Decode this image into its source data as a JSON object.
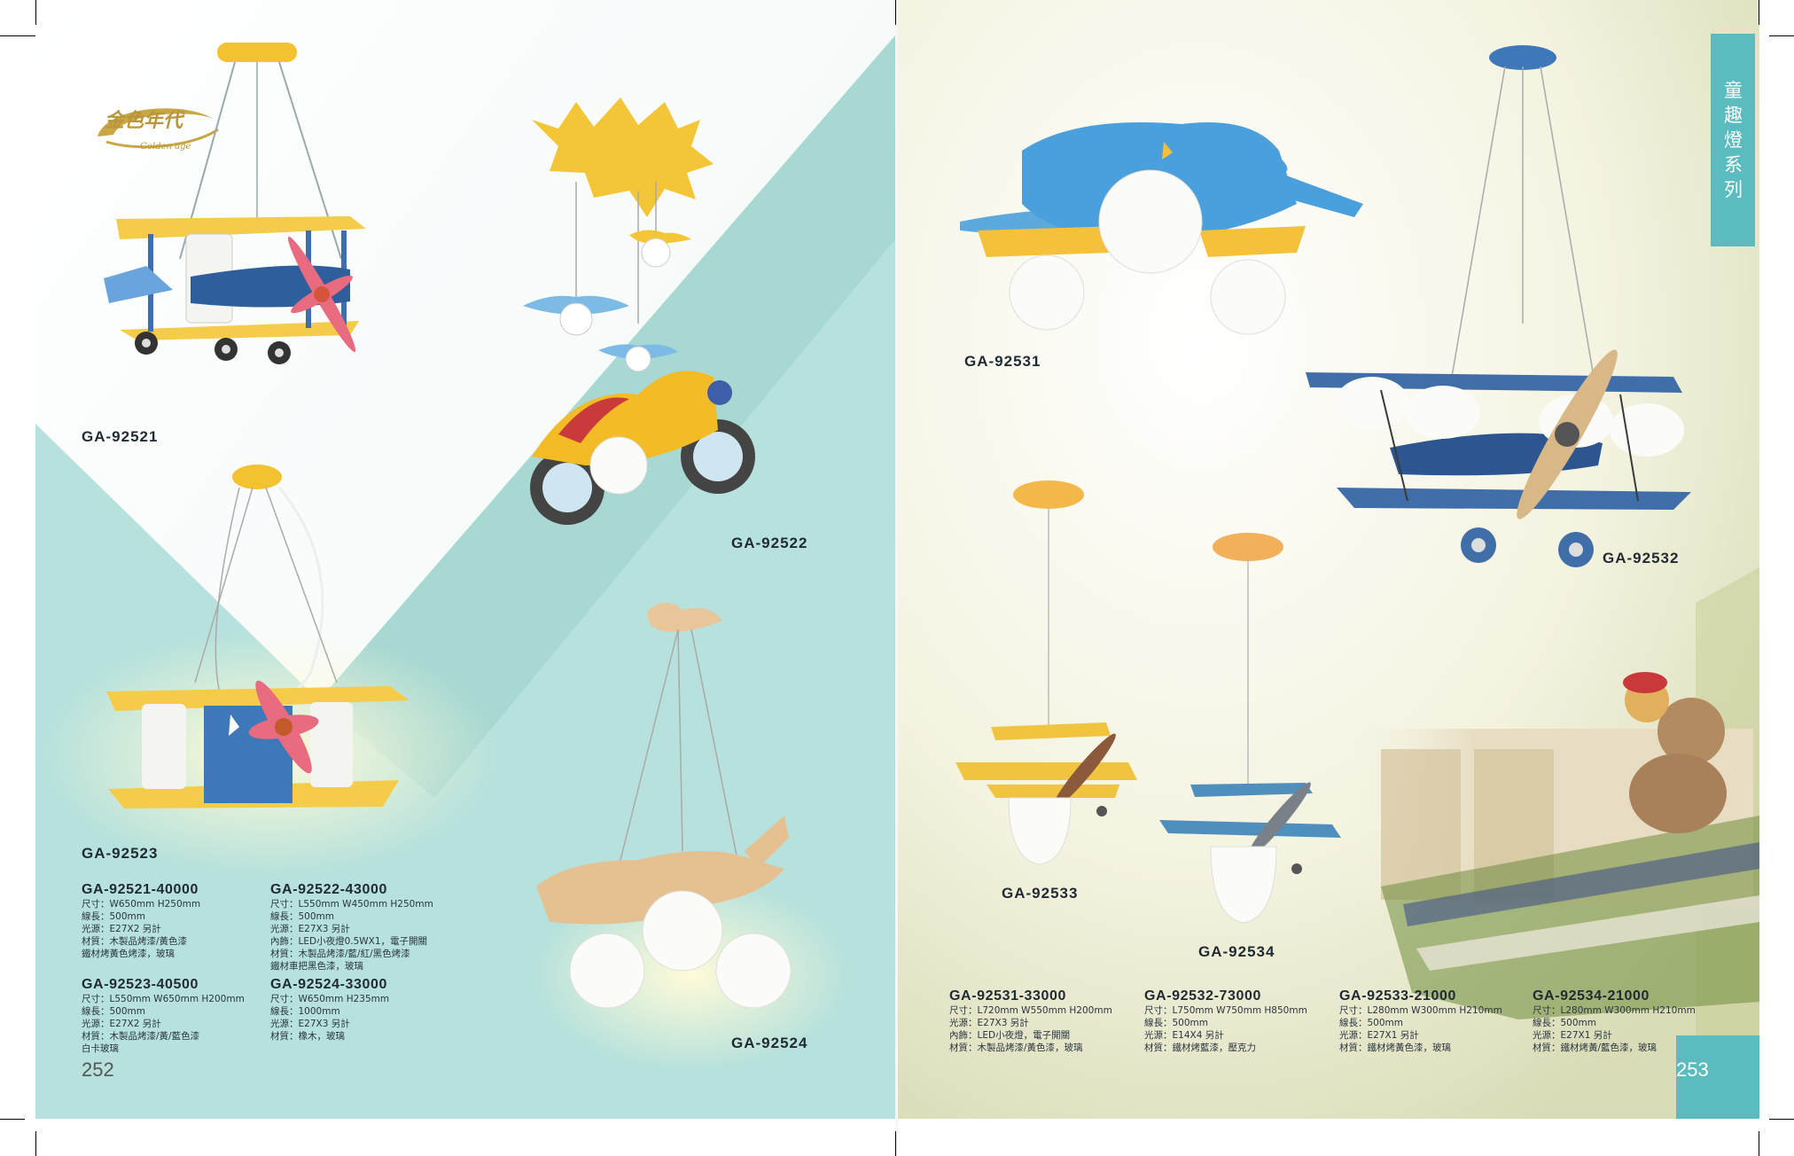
{
  "brand": {
    "logo_text": "金色年代",
    "logo_sub": "Golden age"
  },
  "series_title": "童趣燈系列",
  "left_page": {
    "page_number": "252",
    "labels": {
      "a": "GA-92521",
      "b": "GA-92522",
      "c": "GA-92523",
      "d": "GA-92524"
    },
    "specs": [
      {
        "code": "GA-92521-40000",
        "lines": [
          "尺寸：W650mm H250mm",
          "線長：500mm",
          "光源：E27X2 另計",
          "材質：木製品烤漆/黃色漆",
          "鐵材烤黃色烤漆，玻璃"
        ]
      },
      {
        "code": "GA-92522-43000",
        "lines": [
          "尺寸：L550mm W450mm H250mm",
          "線長：500mm",
          "光源：E27X3 另計",
          "內飾：LED小夜燈0.5WX1，電子開關",
          "材質：木製品烤漆/藍/紅/黑色烤漆",
          "鐵材車把黑色漆，玻璃"
        ]
      },
      {
        "code": "GA-92523-40500",
        "lines": [
          "尺寸：L550mm W650mm H200mm",
          "線長：500mm",
          "光源：E27X2 另計",
          "材質：木製品烤漆/黃/藍色漆",
          "白卡玻璃"
        ]
      },
      {
        "code": "GA-92524-33000",
        "lines": [
          "尺寸：W650mm H235mm",
          "線長：1000mm",
          "光源：E27X3 另計",
          "材質：橡木，玻璃"
        ]
      }
    ]
  },
  "right_page": {
    "page_number": "253",
    "labels": {
      "a": "GA-92531",
      "b": "GA-92532",
      "c": "GA-92533",
      "d": "GA-92534"
    },
    "specs": [
      {
        "code": "GA-92531-33000",
        "lines": [
          "尺寸：L720mm W550mm H200mm",
          "光源：E27X3 另計",
          "內飾：LED小夜燈，電子開關",
          "材質：木製品烤漆/黃色漆，玻璃"
        ]
      },
      {
        "code": "GA-92532-73000",
        "lines": [
          "尺寸：L750mm W750mm H850mm",
          "線長：500mm",
          "光源：E14X4 另計",
          "材質：鐵材烤藍漆，壓克力"
        ]
      },
      {
        "code": "GA-92533-21000",
        "lines": [
          "尺寸：L280mm W300mm H210mm",
          "線長：500mm",
          "光源：E27X1 另計",
          "材質：鐵材烤黃色漆，玻璃"
        ]
      },
      {
        "code": "GA-92534-21000",
        "lines": [
          "尺寸：L280mm W300mm H210mm",
          "線長：500mm",
          "光源：E27X1 另計",
          "材質：鐵材烤黃/藍色漆，玻璃"
        ]
      }
    ]
  },
  "colors": {
    "teal": "#5bbcc0",
    "mint": "#b9e3df",
    "yellow": "#f2c230",
    "blue": "#3f78b8",
    "pink": "#e86b80"
  },
  "icons": {
    "logo": "golden-age-logo-icon"
  }
}
